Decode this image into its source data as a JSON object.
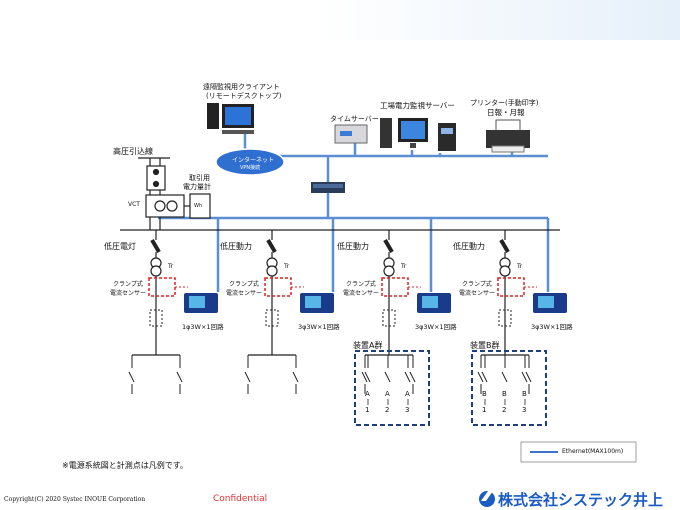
{
  "labels": {
    "remote_client_line1": "遠隔監視用クライアント",
    "remote_client_line2": "(リモートデスクトップ)",
    "factory_server": "工場電力監視サーバー",
    "time_server": "タイムサーバー",
    "printer_line1": "プリンター(手動印字)",
    "printer_line2": "日報・月報",
    "internet_line1": "インターネット",
    "internet_line2": "VPN接続",
    "hv_incoming": "高圧引込線",
    "meter_line1": "取引用",
    "meter_line2": "電力量計",
    "wh": "Wh",
    "vct": "VCT",
    "tr": "Tr",
    "clamp_line1": "クランプ式",
    "clamp_line2": "電流センサー"
  },
  "feeders": [
    {
      "name": "低圧電灯",
      "circuit": "1φ3W×1回路"
    },
    {
      "name": "低圧動力",
      "circuit": "3φ3W×1回路"
    },
    {
      "name": "低圧動力",
      "circuit": "3φ3W×1回路"
    },
    {
      "name": "低圧動力",
      "circuit": "3φ3W×1回路"
    }
  ],
  "groups": [
    {
      "name": "装置A群",
      "items": [
        [
          "A",
          "1"
        ],
        [
          "A",
          "2"
        ],
        [
          "A",
          "3"
        ]
      ]
    },
    {
      "name": "装置B群",
      "items": [
        [
          "B",
          "1"
        ],
        [
          "B",
          "2"
        ],
        [
          "B",
          "3"
        ]
      ]
    }
  ],
  "legend": {
    "ethernet": "Ethernet(MAX100m)"
  },
  "note": "※電源系統図と計測点は凡例です。",
  "footer": {
    "copyright": "Copyright(C) 2020 Systec INOUE Corporation",
    "confidential": "Confidential",
    "company": "株式会社システック井上"
  },
  "colors": {
    "ethernet": "#5b8fd2",
    "sensor_dash": "#e02020",
    "group_box": "#1f3f7a",
    "cloud": "#2f6fd0",
    "logo": "#1a5bc4",
    "confidential": "#e03030"
  }
}
